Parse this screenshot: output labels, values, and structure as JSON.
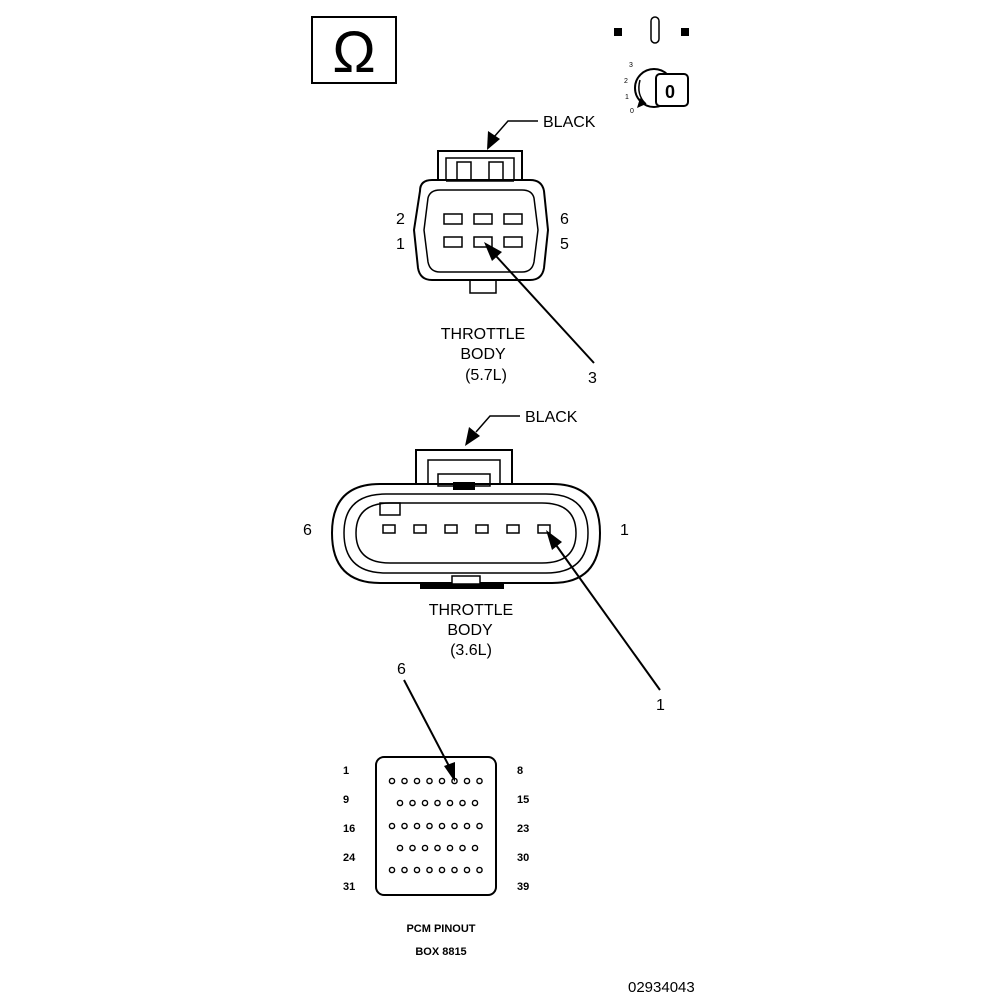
{
  "icons": {
    "omega": "Ω",
    "meter_needle": "meter-needle-icon",
    "ignition_key_position": "0",
    "ignition_scale": [
      "3",
      "2",
      "1",
      "0"
    ]
  },
  "connector_57": {
    "color_label": "BLACK",
    "pin_labels": {
      "top_left": "2",
      "bottom_left": "1",
      "top_right": "6",
      "bottom_right": "5"
    },
    "title_line1": "THROTTLE",
    "title_line2": "BODY",
    "title_line3": "(5.7L)",
    "callout": "3"
  },
  "connector_36": {
    "color_label": "BLACK",
    "pin_labels": {
      "left": "6",
      "right": "1"
    },
    "title_line1": "THROTTLE",
    "title_line2": "BODY",
    "title_line3": "(3.6L)",
    "callout": "1"
  },
  "pcm": {
    "callout": "6",
    "left_labels": [
      "1",
      "9",
      "16",
      "24",
      "31"
    ],
    "right_labels": [
      "8",
      "15",
      "23",
      "30",
      "39"
    ],
    "title_line1": "PCM PINOUT",
    "title_line2": "BOX 8815"
  },
  "figure_id": "02934043"
}
